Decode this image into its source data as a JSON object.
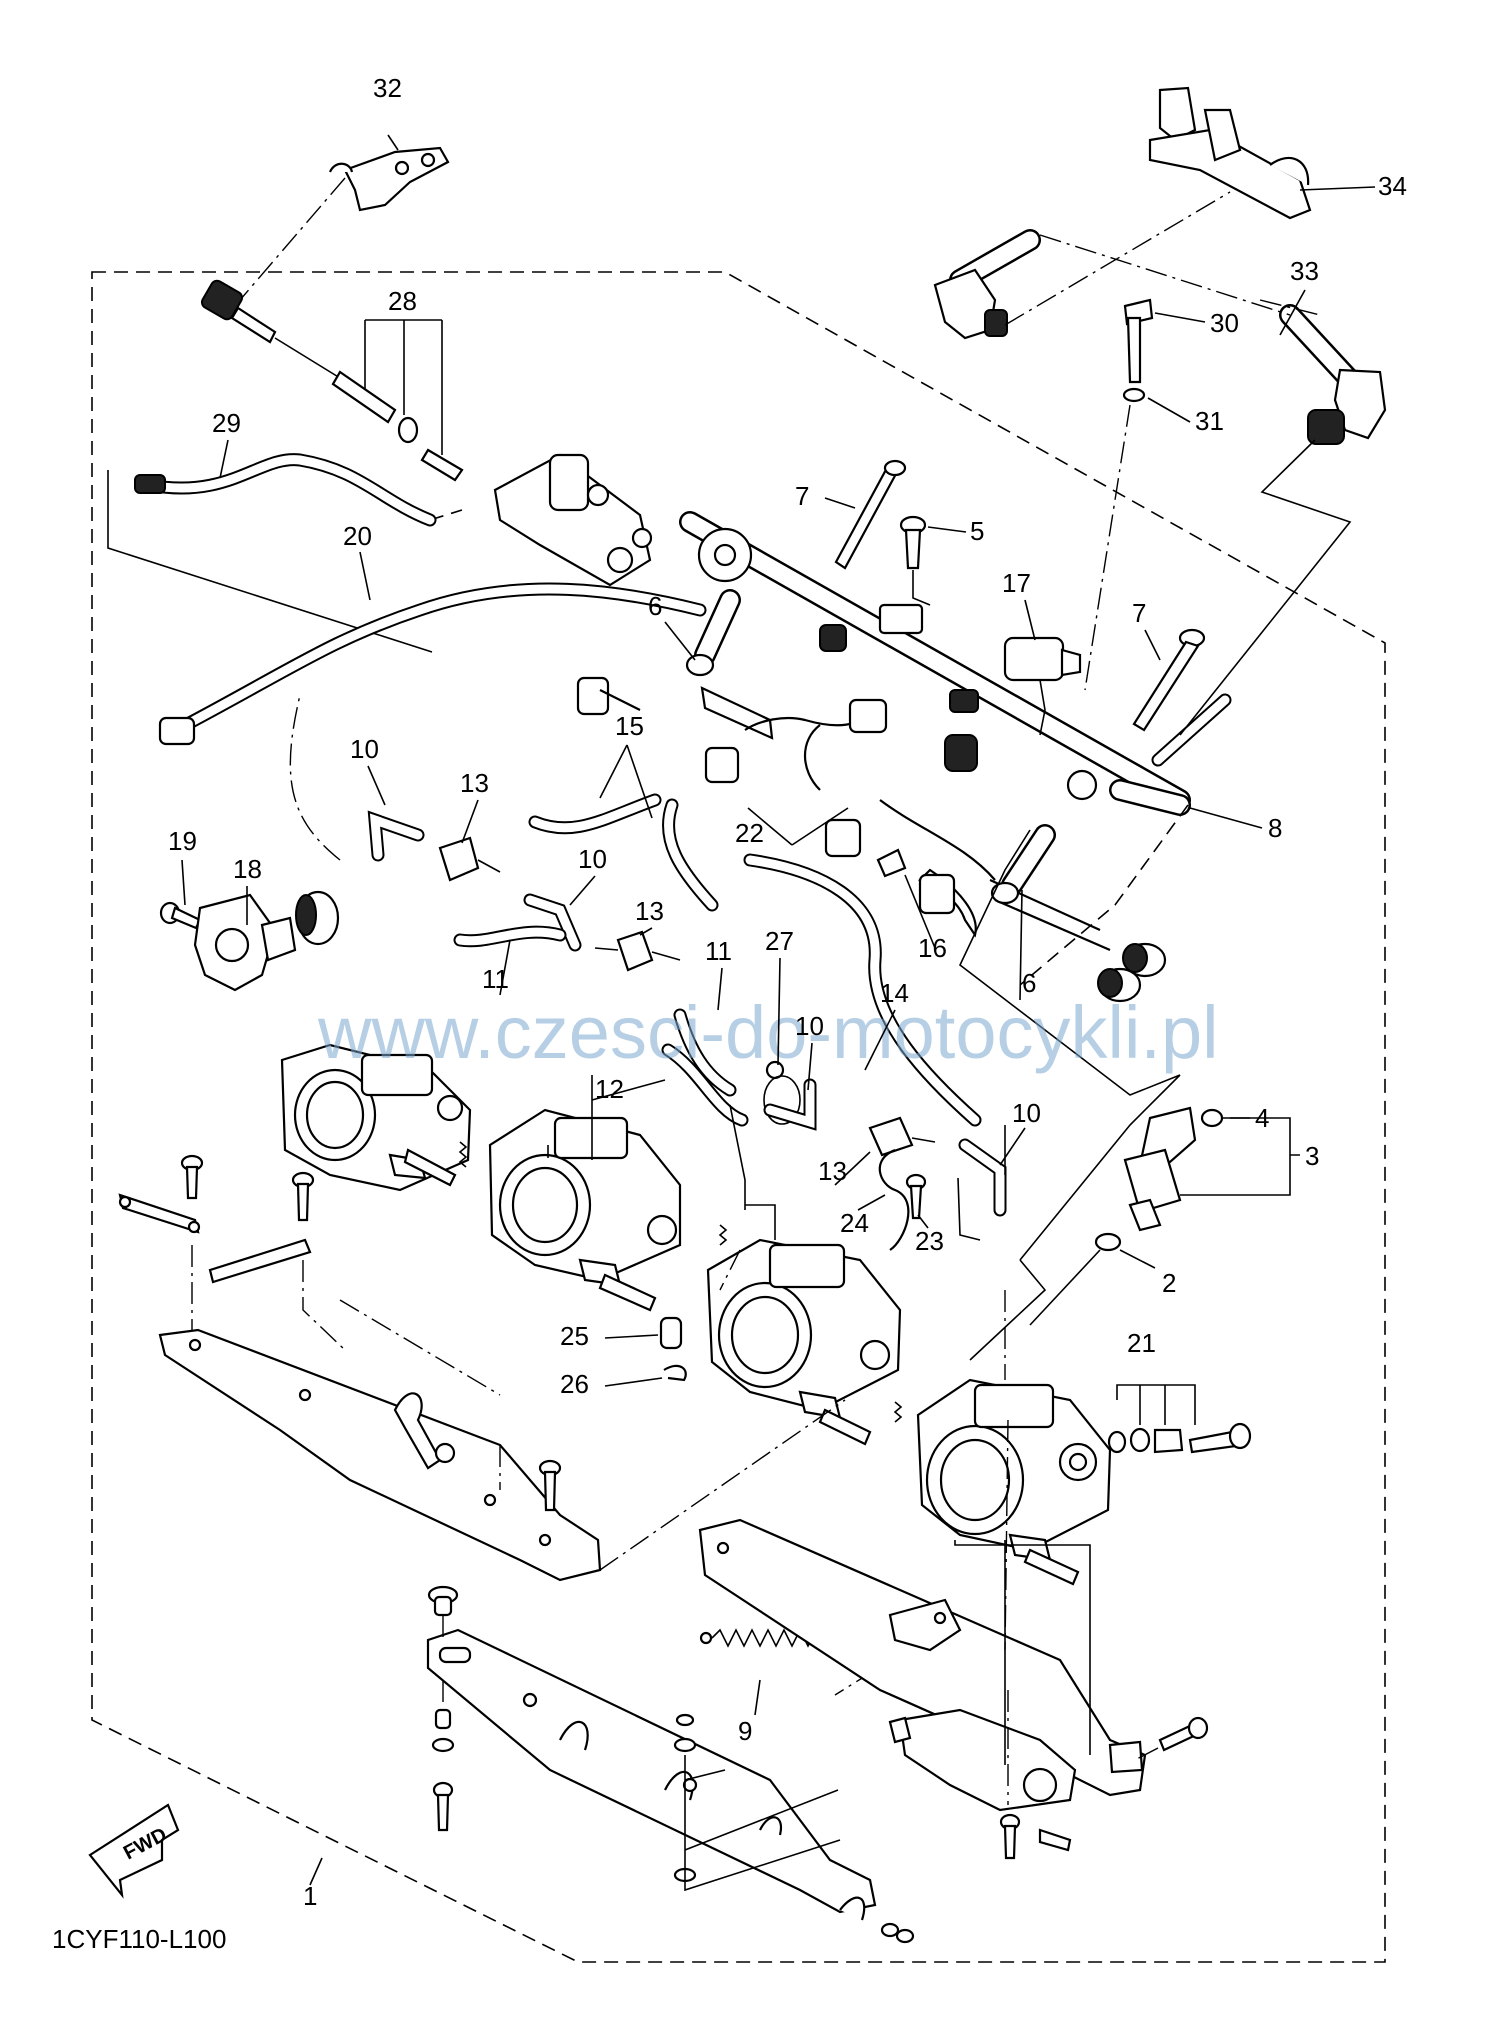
{
  "diagram_code": "1CYF110-L100",
  "watermark": "www.czesci-do-motocykli.pl",
  "fwd_label": "FWD",
  "labels": [
    "1",
    "2",
    "3",
    "4",
    "5",
    "6",
    "6",
    "7",
    "7",
    "8",
    "9",
    "10",
    "10",
    "10",
    "10",
    "11",
    "11",
    "12",
    "13",
    "13",
    "13",
    "14",
    "15",
    "16",
    "17",
    "18",
    "19",
    "20",
    "21",
    "22",
    "23",
    "24",
    "25",
    "26",
    "27",
    "28",
    "29",
    "30",
    "31",
    "32",
    "33",
    "34"
  ]
}
